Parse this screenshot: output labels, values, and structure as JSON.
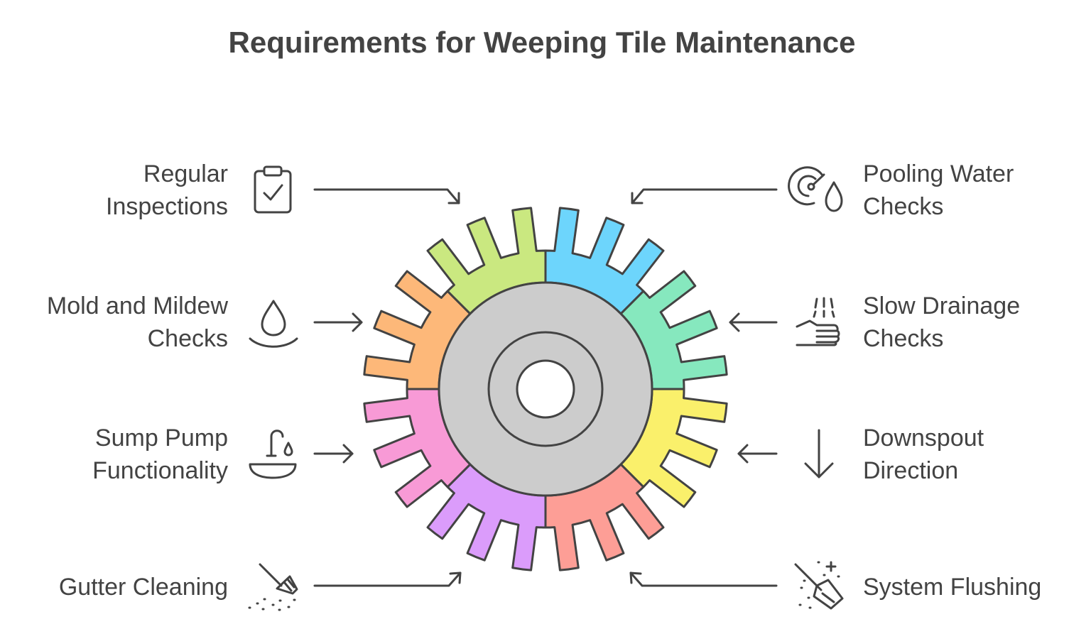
{
  "title": "Requirements for Weeping Tile Maintenance",
  "colors": {
    "ink": "#434343",
    "hub": "#cccccc",
    "hole": "#ffffff"
  },
  "gear_segments": [
    {
      "name": "Regular Inspections",
      "color": "#6dd5fc"
    },
    {
      "name": "Pooling Water Checks",
      "color": "#86e8be"
    },
    {
      "name": "Slow Drainage Checks",
      "color": "#faf06b"
    },
    {
      "name": "Downspout Direction",
      "color": "#fd9e96"
    },
    {
      "name": "System Flushing",
      "color": "#db9cfb"
    },
    {
      "name": "Gutter Cleaning",
      "color": "#f89ad6"
    },
    {
      "name": "Sump Pump Functionality",
      "color": "#fdb879"
    },
    {
      "name": "Mold and Mildew Checks",
      "color": "#cae880"
    }
  ],
  "left_items": [
    {
      "lines": [
        "Regular",
        "Inspections"
      ],
      "icon": "clipboard-check-icon"
    },
    {
      "lines": [
        "Mold and Mildew",
        "Checks"
      ],
      "icon": "water-drop-icon"
    },
    {
      "lines": [
        "Sump Pump",
        "Functionality"
      ],
      "icon": "faucet-basin-icon"
    },
    {
      "lines": [
        "Gutter Cleaning"
      ],
      "icon": "rake-icon"
    }
  ],
  "right_items": [
    {
      "lines": [
        "Pooling Water",
        "Checks"
      ],
      "icon": "gauge-drop-icon"
    },
    {
      "lines": [
        "Slow Drainage",
        "Checks"
      ],
      "icon": "hand-wash-icon"
    },
    {
      "lines": [
        "Downspout",
        "Direction"
      ],
      "icon": "arrow-down-icon"
    },
    {
      "lines": [
        "System Flushing"
      ],
      "icon": "broom-sparkle-icon"
    }
  ]
}
